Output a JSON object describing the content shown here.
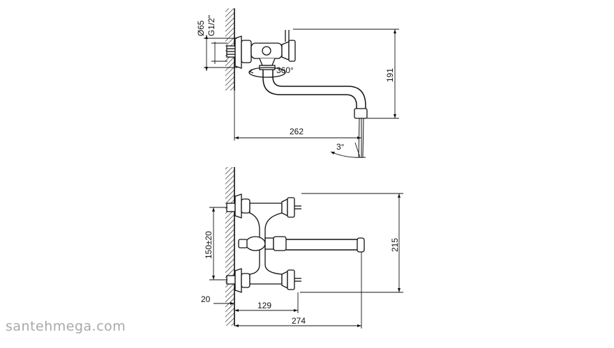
{
  "dimensions": {
    "diameter": "Ø65",
    "thread": "G1/2\"",
    "rotation": "360°",
    "height_top": "191",
    "length_top": "262",
    "angle": "3°",
    "spacing": "150±20",
    "height_front": "215",
    "wall_offset": "20",
    "handle_reach": "129",
    "length_front": "274"
  },
  "watermark": "santehmega.com"
}
